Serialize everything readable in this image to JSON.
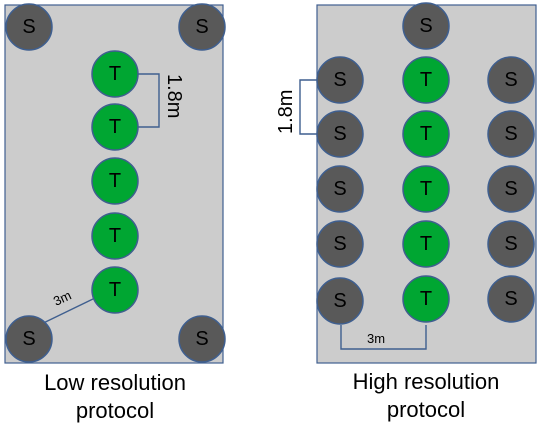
{
  "node_labels": {
    "sensor": "S",
    "target": "T"
  },
  "panels": {
    "low": {
      "caption_line1": "Low resolution",
      "caption_line2": "protocol",
      "spacing_label": "1.8m",
      "diagonal_label": "3m"
    },
    "high": {
      "caption_line1": "High resolution",
      "caption_line2": "protocol",
      "spacing_label": "1.8m",
      "distance_label": "3m"
    }
  },
  "colors": {
    "panel_fill": "#cccccc",
    "border": "#3f5f8f",
    "sensor_fill": "#595959",
    "target_fill": "#00a632"
  }
}
